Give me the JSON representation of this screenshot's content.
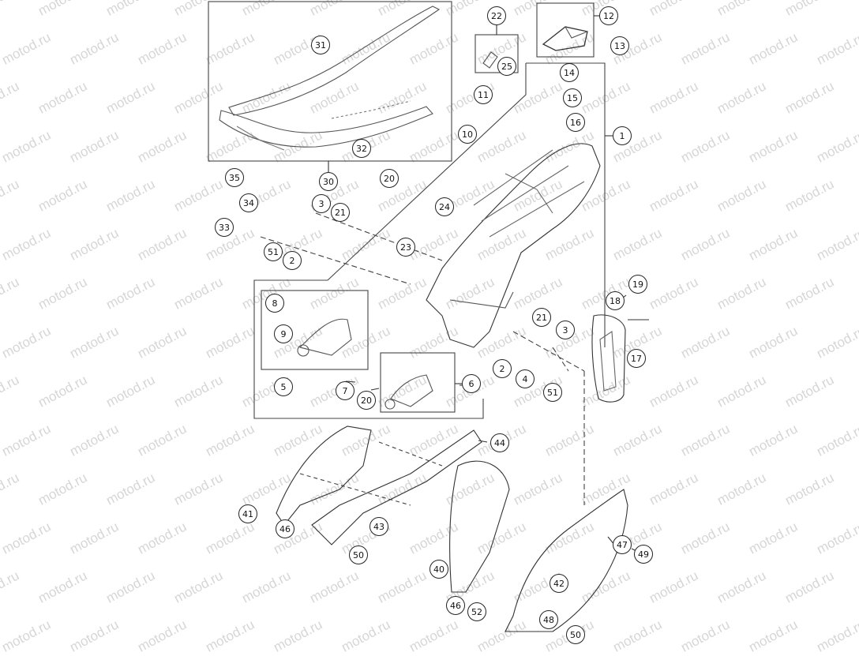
{
  "watermark": {
    "text": "motod.ru"
  },
  "callouts": [
    "1",
    "2",
    "3",
    "4",
    "5",
    "6",
    "7",
    "8",
    "9",
    "10",
    "11",
    "12",
    "13",
    "14",
    "15",
    "16",
    "17",
    "18",
    "19",
    "20",
    "21",
    "22",
    "23",
    "24",
    "25",
    "30",
    "31",
    "32",
    "33",
    "34",
    "35",
    "40",
    "41",
    "42",
    "43",
    "44",
    "46",
    "47",
    "48",
    "49",
    "50",
    "51",
    "52"
  ]
}
